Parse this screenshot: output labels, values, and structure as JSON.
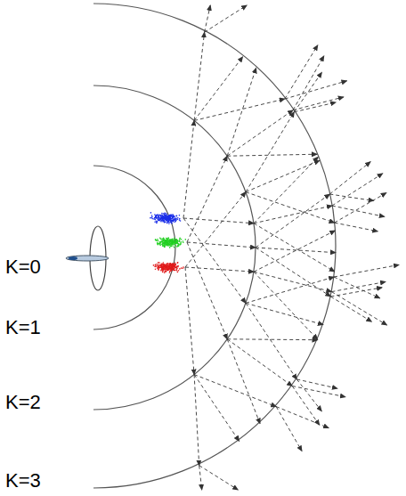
{
  "diagram": {
    "labels": [
      "K=0",
      "K=1",
      "K=2",
      "K=3"
    ]
  }
}
